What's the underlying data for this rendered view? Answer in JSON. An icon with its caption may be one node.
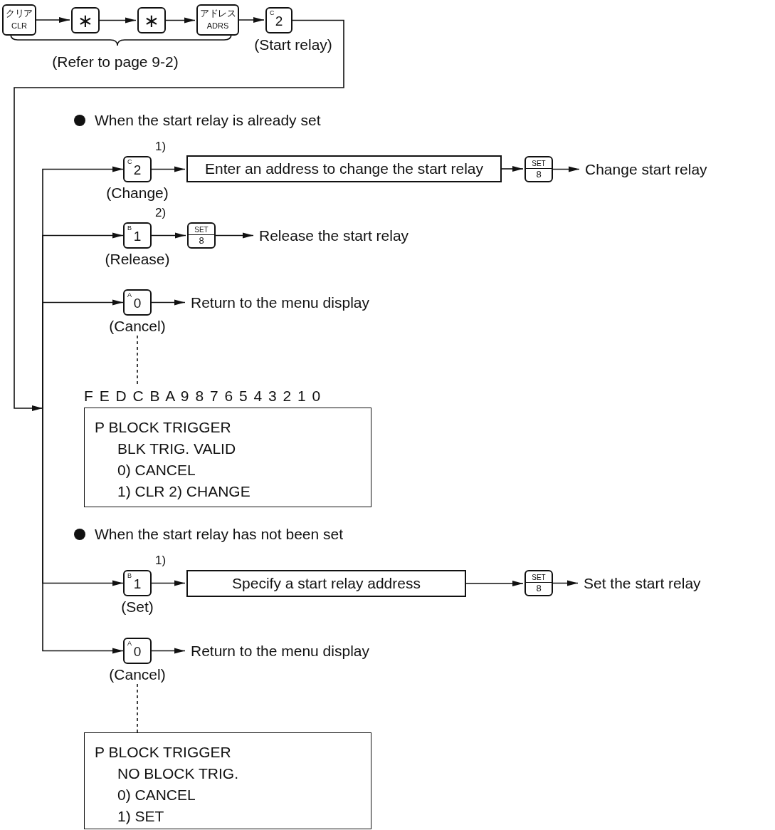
{
  "diagram": {
    "nodes": [
      {
        "text": [
          "クリア",
          "CLR"
        ]
      },
      {
        "text": [
          "∗"
        ]
      },
      {
        "text": [
          "∗"
        ]
      },
      {
        "text": [
          "アドレス",
          "ADRS"
        ]
      },
      {
        "text": [
          "C",
          "2"
        ],
        "beside": [
          "(Start relay)"
        ]
      },
      {
        "text": [
          "C",
          "2"
        ],
        "beside": [
          "1)",
          "(Change)"
        ]
      },
      {
        "text": [
          "Enter an address to change the start relay"
        ]
      },
      {
        "text": [
          "SET",
          "8"
        ]
      },
      {
        "text": [
          "Change start relay"
        ]
      },
      {
        "text": [
          "B",
          "1"
        ],
        "beside": [
          "2)",
          "(Release)"
        ]
      },
      {
        "text": [
          "SET",
          "8"
        ]
      },
      {
        "text": [
          "Release the start relay"
        ]
      },
      {
        "text": [
          "A",
          "0"
        ],
        "beside": [
          "(Cancel)"
        ]
      },
      {
        "text": [
          "Return to the menu display"
        ]
      },
      {
        "text": [
          "P BLOCK TRIGGER",
          "BLK TRIG. VALID",
          "0) CANCEL",
          "1) CLR 2) CHANGE"
        ]
      },
      {
        "text": [
          "B",
          "1"
        ],
        "beside": [
          "1)",
          "(Set)"
        ]
      },
      {
        "text": [
          "Specify a start relay address"
        ]
      },
      {
        "text": [
          "SET",
          "8"
        ]
      },
      {
        "text": [
          "Set the start relay"
        ]
      },
      {
        "text": [
          "A",
          "0"
        ],
        "beside": [
          "(Cancel)"
        ]
      },
      {
        "text": [
          "Return to the menu display"
        ]
      },
      {
        "text": [
          "P BLOCK TRIGGER",
          "NO BLOCK TRIG.",
          "0) CANCEL",
          "1) SET"
        ]
      }
    ],
    "edges": [
      {
        "from": 0,
        "to": 1,
        "arrow": "to"
      },
      {
        "from": 1,
        "to": 2,
        "arrow": "to"
      },
      {
        "from": 2,
        "to": 3,
        "arrow": "to"
      },
      {
        "from": 3,
        "to": 4,
        "arrow": "to"
      },
      {
        "from": 4,
        "to": 5,
        "arrow": "to"
      },
      {
        "from": 4,
        "to": 9,
        "arrow": "to"
      },
      {
        "from": 4,
        "to": 12,
        "arrow": "to"
      },
      {
        "from": 4,
        "to": 15,
        "arrow": "to"
      },
      {
        "from": 4,
        "to": 19,
        "arrow": "to"
      },
      {
        "from": 5,
        "to": 6,
        "arrow": "to"
      },
      {
        "from": 6,
        "to": 7,
        "arrow": "to"
      },
      {
        "from": 7,
        "to": 8,
        "arrow": "to"
      },
      {
        "from": 9,
        "to": 10,
        "arrow": "to"
      },
      {
        "from": 10,
        "to": 11,
        "arrow": "to"
      },
      {
        "from": 12,
        "to": 13,
        "arrow": "to"
      },
      {
        "from": 12,
        "to": 14,
        "arrow": "none",
        "style": "dashed"
      },
      {
        "from": 15,
        "to": 16,
        "arrow": "to"
      },
      {
        "from": 16,
        "to": 17,
        "arrow": "to"
      },
      {
        "from": 17,
        "to": 18,
        "arrow": "to"
      },
      {
        "from": 19,
        "to": 20,
        "arrow": "to"
      },
      {
        "from": 19,
        "to": 21,
        "arrow": "none",
        "style": "dashed"
      }
    ],
    "labels": [
      "(Refer to page 9-2)",
      "When the start relay is already set",
      "F E D C B A 9 8 7 6 5 4 3 2 1 0",
      "When the start relay has not been set"
    ]
  }
}
